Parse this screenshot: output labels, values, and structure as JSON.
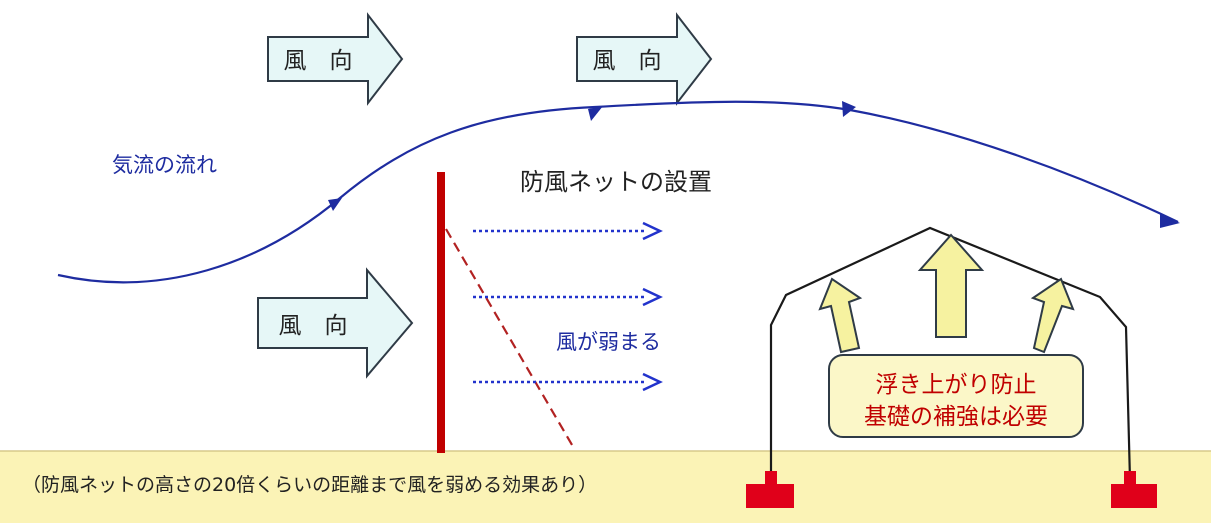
{
  "wind_arrows": [
    {
      "label": "風　向"
    },
    {
      "label": "風　向"
    },
    {
      "label": "風　向"
    }
  ],
  "airflow_label": "気流の流れ",
  "net_title": "防風ネットの設置",
  "weak_wind_label": "風が弱まる",
  "uplift_box": {
    "line1": "浮き上がり防止",
    "line2": "基礎の補強は必要"
  },
  "ground_caption": "（防風ネットの高さの20倍くらいの距離まで風を弱める効果あり）",
  "colors": {
    "wind_arrow_fill": "#e6f7f7",
    "wind_arrow_stroke": "#2f3b46",
    "airflow": "#1e2ca0",
    "net_post": "#c00000",
    "net_dashed": "#b22222",
    "weak_arrows": "#2233cc",
    "ground": "#fbf3b6",
    "ground_edge": "#d7c98a",
    "uplift_arrow_fill": "#f6f2a0",
    "uplift_box_fill": "#fbf7c8",
    "uplift_text": "#c00000",
    "foundation": "#e0001a",
    "text_dark": "#222222"
  }
}
